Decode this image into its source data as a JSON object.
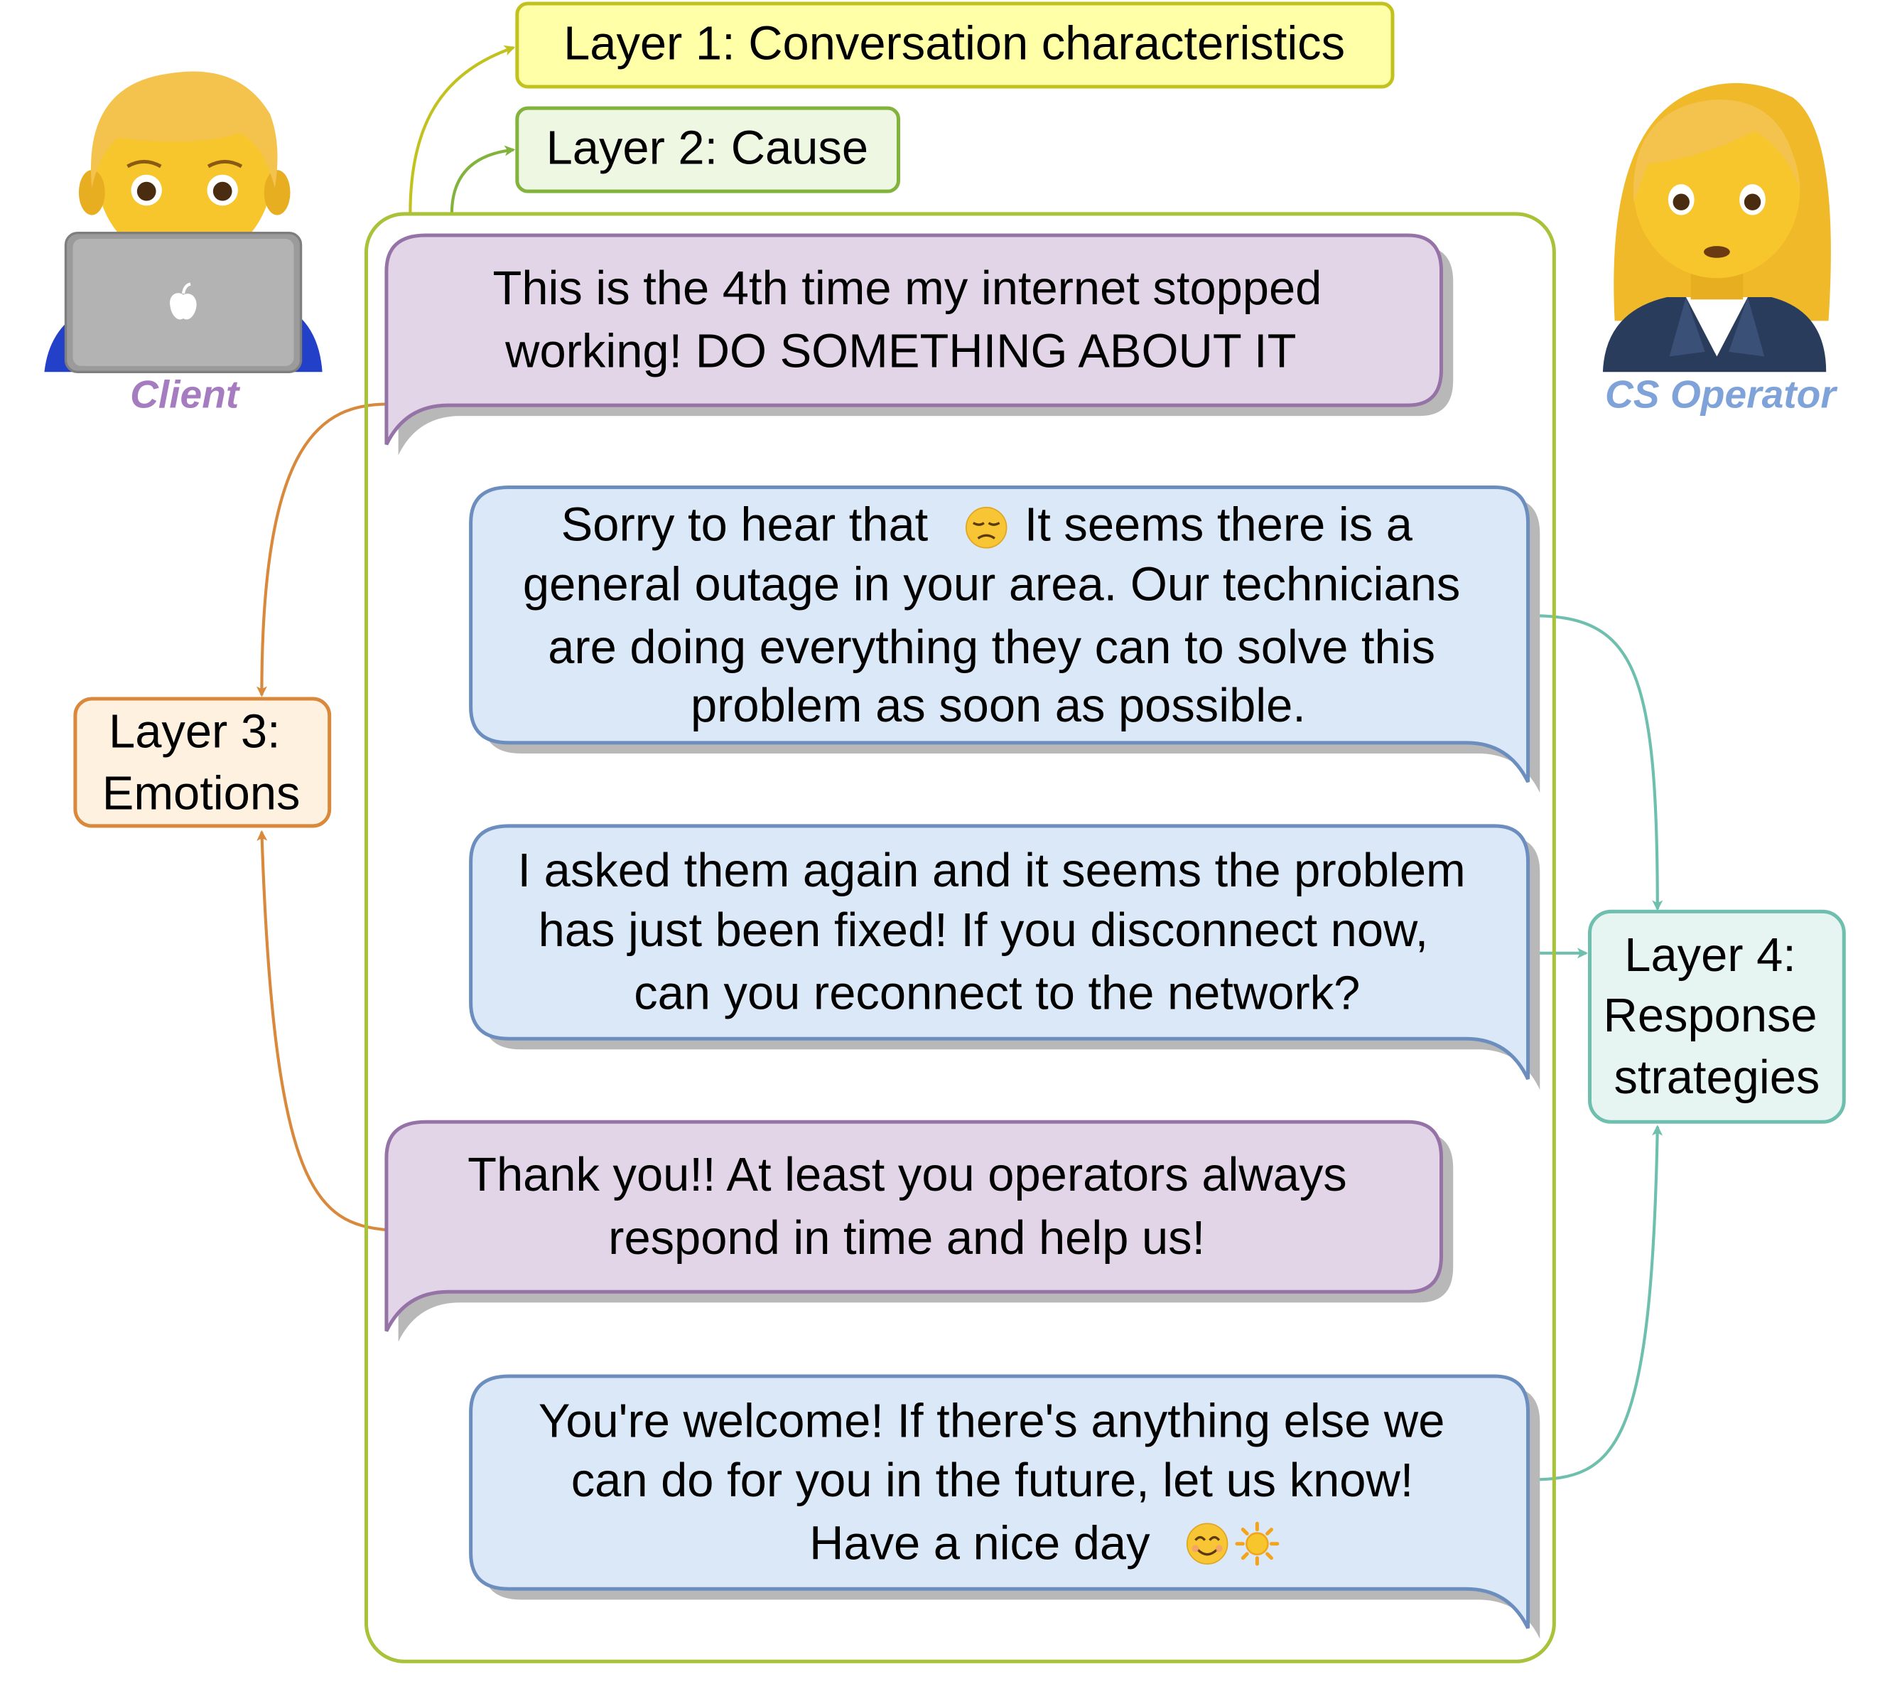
{
  "colors": {
    "layer1_stroke": "#c2c21f",
    "layer1_fill": "#ffffa8",
    "layer2_stroke": "#82b33c",
    "layer2_fill": "#eef7e2",
    "layer3_stroke": "#d9893c",
    "layer3_fill": "#fff1e0",
    "layer4_stroke": "#6fbfae",
    "layer4_fill": "#e6f5f2",
    "client_fill": "#e2d5e8",
    "client_stroke": "#9673a6",
    "operator_fill": "#dbe8f8",
    "operator_stroke": "#6c8ebf",
    "container_stroke": "#a8c23a",
    "client_label_color": "#a57cc0",
    "operator_label_color": "#7fa3d9"
  },
  "actors": {
    "client": {
      "label": "Client",
      "icon": "man-technologist-icon"
    },
    "operator": {
      "label": "CS Operator",
      "icon": "woman-office-worker-icon"
    }
  },
  "layers": {
    "layer1": "Layer 1: Conversation characteristics",
    "layer2": "Layer 2: Cause",
    "layer3": {
      "line1": "Layer 3:",
      "line2": "Emotions"
    },
    "layer4": {
      "line1": "Layer 4:",
      "line2": "Response",
      "line3": "strategies"
    }
  },
  "messages": [
    {
      "speaker": "client",
      "lines": [
        "This is the 4th time my internet stopped",
        "working! DO SOMETHING ABOUT IT"
      ]
    },
    {
      "speaker": "operator",
      "lines": [
        "Sorry to hear that",
        "It seems there is a",
        "general outage in your area. Our technicians",
        "are doing everything they can to solve this",
        "problem as soon as possible."
      ],
      "emoji": "disappointed-face-icon"
    },
    {
      "speaker": "operator",
      "lines": [
        "I asked them again and it seems the problem",
        "has just been fixed! If you disconnect now,",
        "can you reconnect to the network?"
      ]
    },
    {
      "speaker": "client",
      "lines": [
        "Thank you!! At least you operators always",
        "respond in time and help us!"
      ]
    },
    {
      "speaker": "operator",
      "lines": [
        "You're welcome! If there's anything else we",
        "can do for you in the future, let us know!",
        "Have a nice day"
      ],
      "emojis": [
        "smiling-face-icon",
        "sun-icon"
      ]
    }
  ]
}
